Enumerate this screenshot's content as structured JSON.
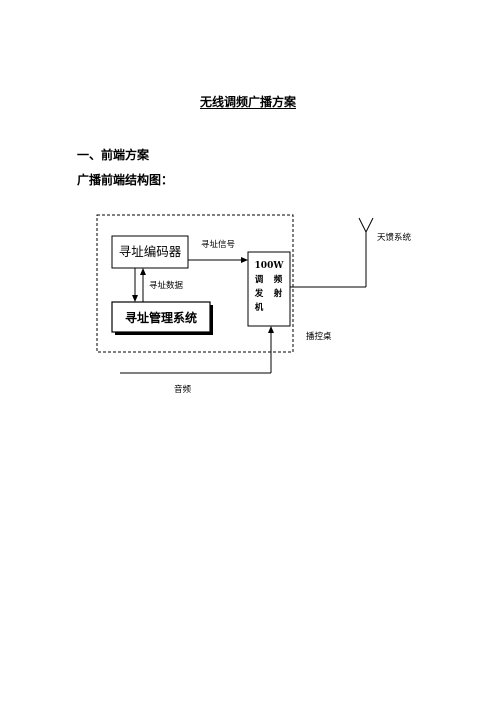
{
  "document": {
    "title": "无线调频广播方案",
    "section_heading": "一、前端方案",
    "sub_heading": "广播前端结构图："
  },
  "diagram": {
    "encoder_label": "寻址编码器",
    "management_label": "寻址管理系统",
    "transmitter_power": "100W",
    "transmitter_chars": [
      "调",
      "频",
      "发",
      "射",
      "机"
    ],
    "address_signal_label": "寻址信号",
    "address_data_label": "寻址数据",
    "antenna_label": "天馈系统",
    "cabinet_label": "播控桌",
    "audio_label": "音频"
  }
}
